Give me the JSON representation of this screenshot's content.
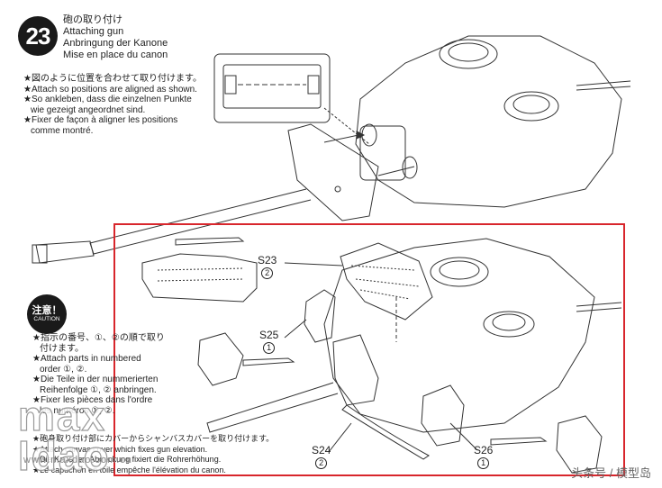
{
  "step": {
    "number": "23",
    "title_jp": "砲の取り付け",
    "title_en": "Attaching gun",
    "title_de": "Anbringung der Kanone",
    "title_fr": "Mise en place du canon"
  },
  "instructions": [
    "★図のように位置を合わせて取り付けます。",
    "★Attach so positions are aligned as shown.",
    "★So ankleben, dass die einzelnen Punkte",
    "wie gezeigt angeordnet sind.",
    "★Fixer de façon à aligner les positions",
    "comme montré."
  ],
  "caution": {
    "badge_jp": "注意！",
    "badge_en": "CAUTION",
    "lines": [
      "★指示の番号、①、②の順で取り",
      "付けます。",
      "★Attach parts in numbered",
      "order ①, ②.",
      "★Die Teile in der nummerierten",
      "Reihenfolge ①, ② anbringen.",
      "★Fixer les pièces dans l'ordre",
      "les numéros ①, ②."
    ],
    "footer_lines": [
      "★砲身取り付け部にカバーからシャンバスカバーを取り付けます。",
      "★Attach canvas cover which fixes gun elevation.",
      "★Die Kanonen-Abdeckung fixiert die Rohrerhöhung.",
      "★Le capuchon en toile empêche l'élévation du canon."
    ]
  },
  "parts": [
    {
      "code": "S23",
      "order": "2"
    },
    {
      "code": "S25",
      "order": "1"
    },
    {
      "code": "S24",
      "order": "2"
    },
    {
      "code": "S26",
      "order": "1"
    }
  ],
  "watermark": {
    "logo": "max\nIdao",
    "site": "www.maxdao.com.cn",
    "corner": "头条号 / 模型岛"
  },
  "colors": {
    "highlight_frame": "#d8262c",
    "line_art": "#333333",
    "badge": "#1a1a1a"
  }
}
